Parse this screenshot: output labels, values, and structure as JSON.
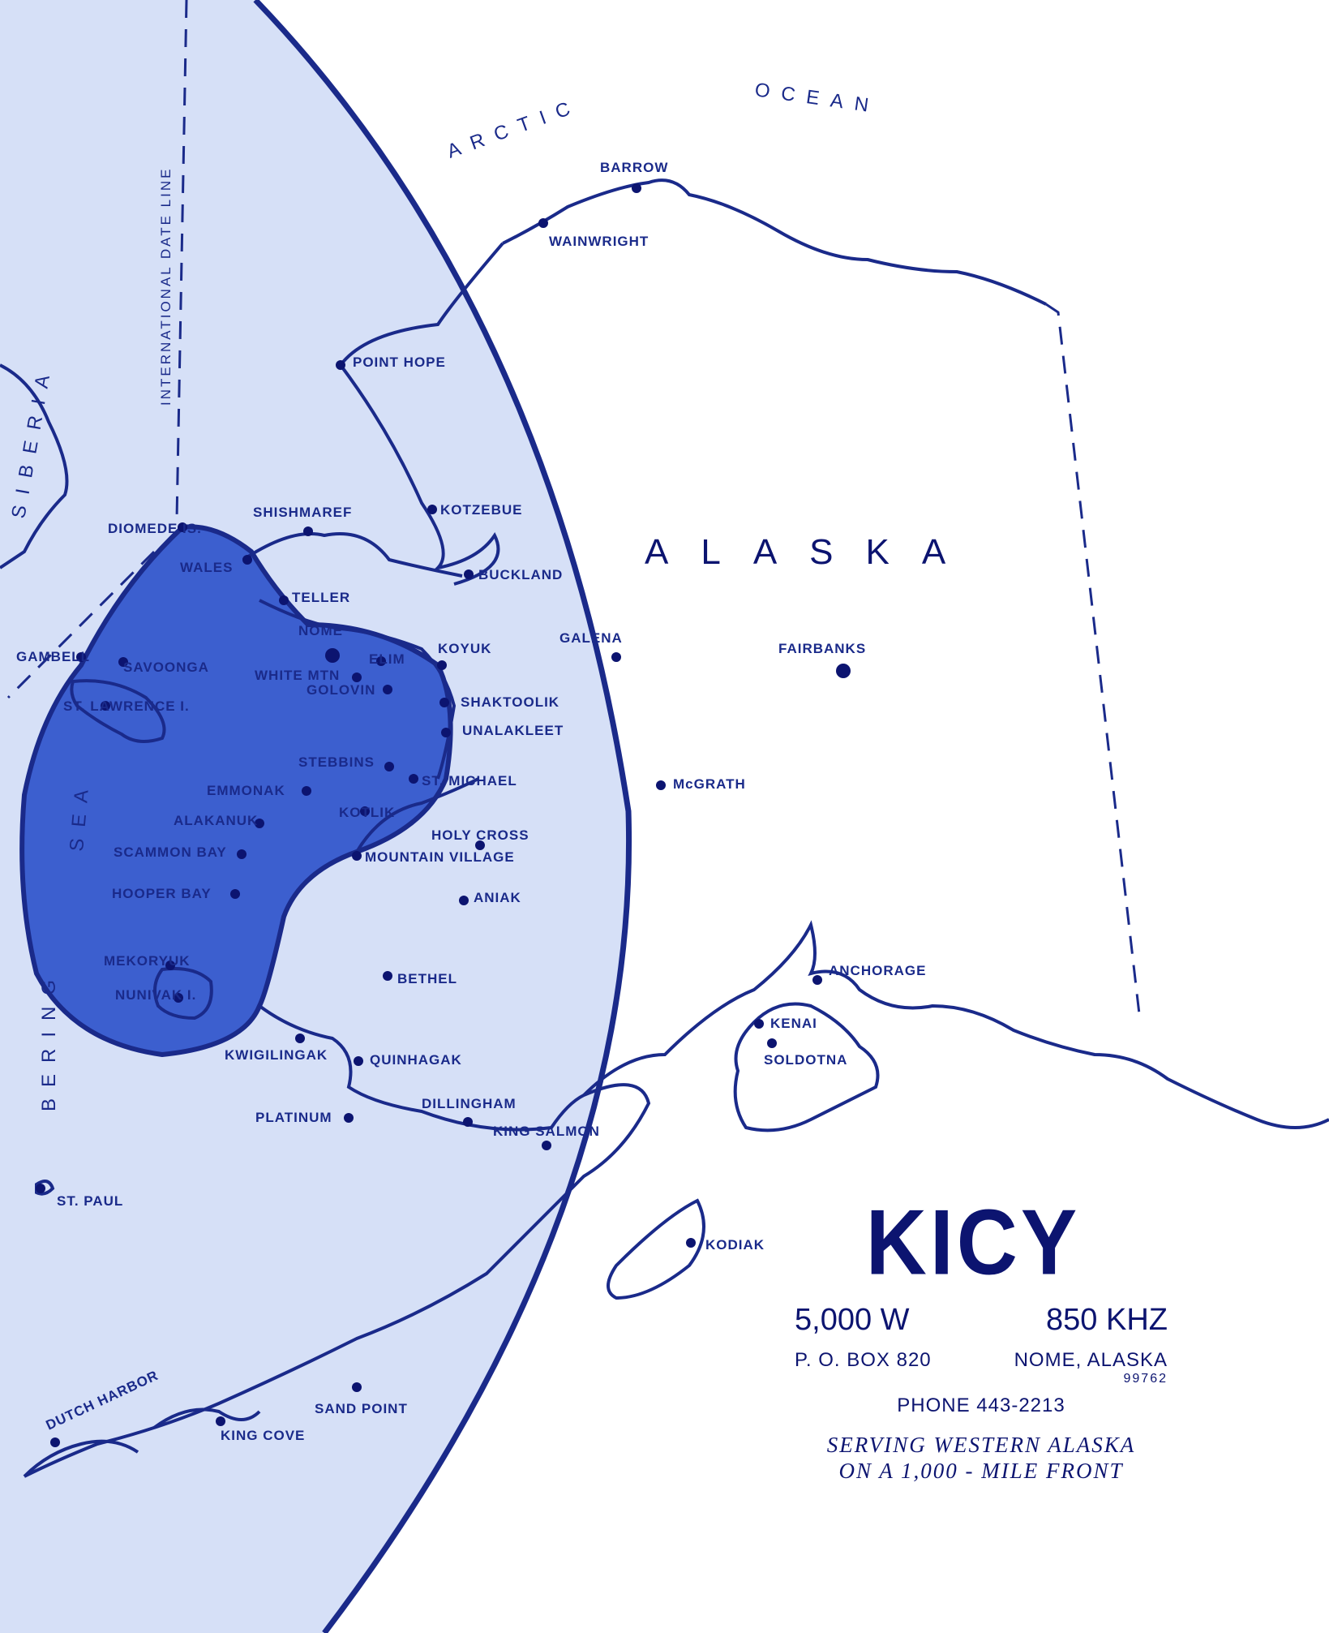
{
  "regions": {
    "ocean_word_1": "ARCTIC",
    "ocean_word_2": "OCEAN",
    "state": "ALASKA",
    "siberia": "SIBERIA",
    "sea_word_1": "BERING",
    "sea_word_2": "SEA",
    "date_line": "INTERNATIONAL DATE LINE"
  },
  "places": [
    {
      "id": "barrow",
      "label": "BARROW"
    },
    {
      "id": "wainwright",
      "label": "WAINWRIGHT"
    },
    {
      "id": "point-hope",
      "label": "POINT HOPE"
    },
    {
      "id": "kotzebue",
      "label": "KOTZEBUE"
    },
    {
      "id": "shishmaref",
      "label": "SHISHMAREF"
    },
    {
      "id": "diomede",
      "label": "DIOMEDE IS."
    },
    {
      "id": "wales",
      "label": "WALES"
    },
    {
      "id": "teller",
      "label": "TELLER"
    },
    {
      "id": "buckland",
      "label": "BUCKLAND"
    },
    {
      "id": "nome",
      "label": "NOME"
    },
    {
      "id": "gambell",
      "label": "GAMBELL"
    },
    {
      "id": "savoonga",
      "label": "SAVOONGA"
    },
    {
      "id": "st-lawrence",
      "label": "ST. LAWRENCE I."
    },
    {
      "id": "white-mtn",
      "label": "WHITE MTN"
    },
    {
      "id": "golovin",
      "label": "GOLOVIN"
    },
    {
      "id": "elim",
      "label": "ELIM"
    },
    {
      "id": "koyuk",
      "label": "KOYUK"
    },
    {
      "id": "galena",
      "label": "GALENA"
    },
    {
      "id": "fairbanks",
      "label": "FAIRBANKS"
    },
    {
      "id": "shaktoolik",
      "label": "SHAKTOOLIK"
    },
    {
      "id": "unalakleet",
      "label": "UNALAKLEET"
    },
    {
      "id": "stebbins",
      "label": "STEBBINS"
    },
    {
      "id": "st-michael",
      "label": "ST. MICHAEL"
    },
    {
      "id": "emmonak",
      "label": "EMMONAK"
    },
    {
      "id": "kotlik",
      "label": "KOTLIK"
    },
    {
      "id": "mcgrath",
      "label": "McGRATH"
    },
    {
      "id": "alakanuk",
      "label": "ALAKANUK"
    },
    {
      "id": "holy-cross",
      "label": "HOLY CROSS"
    },
    {
      "id": "scammon-bay",
      "label": "SCAMMON BAY"
    },
    {
      "id": "mountain-village",
      "label": "MOUNTAIN VILLAGE"
    },
    {
      "id": "hooper-bay",
      "label": "HOOPER BAY"
    },
    {
      "id": "aniak",
      "label": "ANIAK"
    },
    {
      "id": "mekoryuk",
      "label": "MEKORYUK"
    },
    {
      "id": "nunivak",
      "label": "NUNIVAK I."
    },
    {
      "id": "bethel",
      "label": "BETHEL"
    },
    {
      "id": "anchorage",
      "label": "ANCHORAGE"
    },
    {
      "id": "kenai",
      "label": "KENAI"
    },
    {
      "id": "soldotna",
      "label": "SOLDOTNA"
    },
    {
      "id": "kwigillingak",
      "label": "KWIGILINGAK"
    },
    {
      "id": "quinhagak",
      "label": "QUINHAGAK"
    },
    {
      "id": "dillingham",
      "label": "DILLINGHAM"
    },
    {
      "id": "platinum",
      "label": "PLATINUM"
    },
    {
      "id": "king-salmon",
      "label": "KING SALMON"
    },
    {
      "id": "st-paul",
      "label": "ST. PAUL"
    },
    {
      "id": "kodiak",
      "label": "KODIAK"
    },
    {
      "id": "dutch-harbor",
      "label": "DUTCH HARBOR"
    },
    {
      "id": "sand-point",
      "label": "SAND POINT"
    },
    {
      "id": "king-cove",
      "label": "KING COVE"
    }
  ],
  "ad": {
    "call_sign": "KICY",
    "power": "5,000 W",
    "frequency": "850 KHZ",
    "box": "P. O. BOX 820",
    "city": "NOME, ALASKA",
    "zip": "99762",
    "phone": "PHONE 443-2213",
    "slogan_line_1": "SERVING WESTERN ALASKA",
    "slogan_line_2": "ON A 1,000 - MILE FRONT"
  },
  "colors": {
    "ink": "#1a2a8a",
    "coverage_light": "#d6e0f7",
    "coverage_dark": "#3c5fcf"
  }
}
